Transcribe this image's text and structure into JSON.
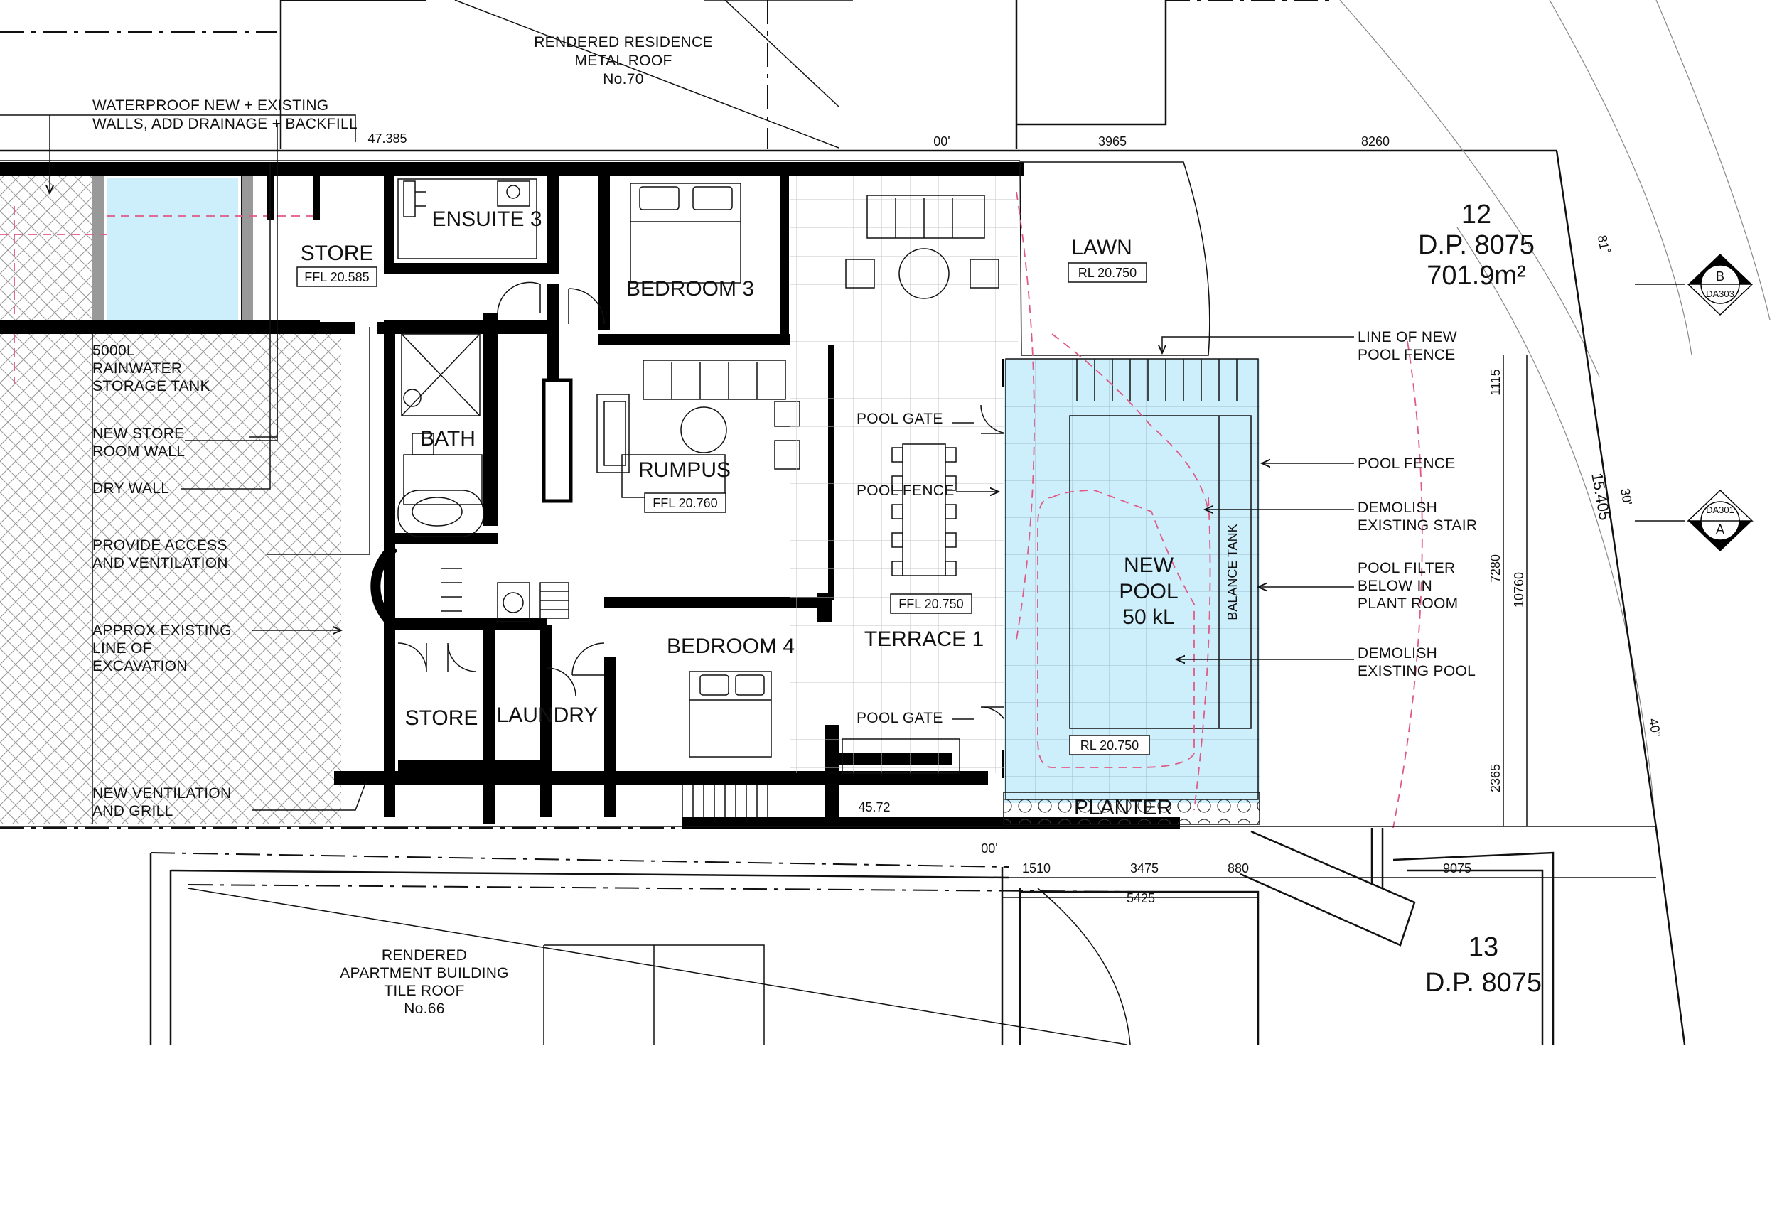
{
  "neighbours": {
    "north_line1": "RENDERED RESIDENCE",
    "north_line2": "METAL ROOF",
    "north_line3": "No.70",
    "south_line1": "RENDERED",
    "south_line2": "APARTMENT BUILDING",
    "south_line3": "TILE ROOF",
    "south_line4": "No.66"
  },
  "lots": {
    "lot12_number": "12",
    "lot12_dp": "D.P. 8075",
    "lot12_area": "701.9m²",
    "lot13_number": "13",
    "lot13_dp": "D.P. 8075"
  },
  "rooms": {
    "store_upper": "STORE",
    "ensuite3": "ENSUITE 3",
    "bedroom3": "BEDROOM 3",
    "lawn": "LAWN",
    "bath": "BATH",
    "rumpus": "RUMPUS",
    "new_pool_1": "NEW",
    "new_pool_2": "POOL",
    "new_pool_3": "50 kL",
    "balance_tank": "BALANCE TANK",
    "terrace1": "TERRACE 1",
    "bedroom4": "BEDROOM 4",
    "store_lower": "STORE",
    "laundry": "LAUNDRY",
    "planter": "PLANTER"
  },
  "levels": {
    "store": "FFL 20.585",
    "lawn": "RL 20.750",
    "rumpus": "FFL 20.760",
    "terrace": "FFL 20.750",
    "pool": "RL 20.750"
  },
  "notes_left": {
    "waterproof_1": "WATERPROOF NEW + EXISTING",
    "waterproof_2": "WALLS, ADD DRAINAGE + BACKFILL",
    "tank_1": "5000L",
    "tank_2": "RAINWATER",
    "tank_3": "STORAGE TANK",
    "storewall_1": "NEW STORE",
    "storewall_2": "ROOM WALL",
    "drywall": "DRY WALL",
    "access_1": "PROVIDE ACCESS",
    "access_2": "AND VENTILATION",
    "excav_1": "APPROX EXISTING",
    "excav_2": "LINE OF",
    "excav_3": "EXCAVATION",
    "vent_1": "NEW VENTILATION",
    "vent_2": "AND GRILL"
  },
  "notes_mid": {
    "pool_gate_top": "POOL GATE",
    "pool_fence": "POOL FENCE",
    "pool_gate_bottom": "POOL GATE"
  },
  "notes_right": {
    "line_fence_1": "LINE OF NEW",
    "line_fence_2": "POOL FENCE",
    "pool_fence": "POOL FENCE",
    "demolish_stair_1": "DEMOLISH",
    "demolish_stair_2": "EXISTING STAIR",
    "filter_1": "POOL FILTER",
    "filter_2": "BELOW IN",
    "filter_3": "PLANT ROOM",
    "demolish_pool_1": "DEMOLISH",
    "demolish_pool_2": "EXISTING POOL"
  },
  "dimensions": {
    "boundary_top": "47.385",
    "bearing_top": "00'",
    "dim_3965": "3965",
    "dim_8260": "8260",
    "bearing_81": "81˚",
    "dim_15405": "15.405",
    "bearing_30": "30'",
    "bearing_40": "40\"",
    "dim_1115": "1115",
    "dim_7280": "7280",
    "dim_10760": "10760",
    "dim_2365": "2365",
    "boundary_bottom": "45.72",
    "bearing_bottom": "00'",
    "dim_1510": "1510",
    "dim_3475": "3475",
    "dim_880": "880",
    "dim_9075": "9075",
    "dim_5425": "5425"
  },
  "section_markers": {
    "b_letter": "B",
    "b_sheet": "DA303",
    "a_letter": "A",
    "a_sheet": "DA301"
  }
}
